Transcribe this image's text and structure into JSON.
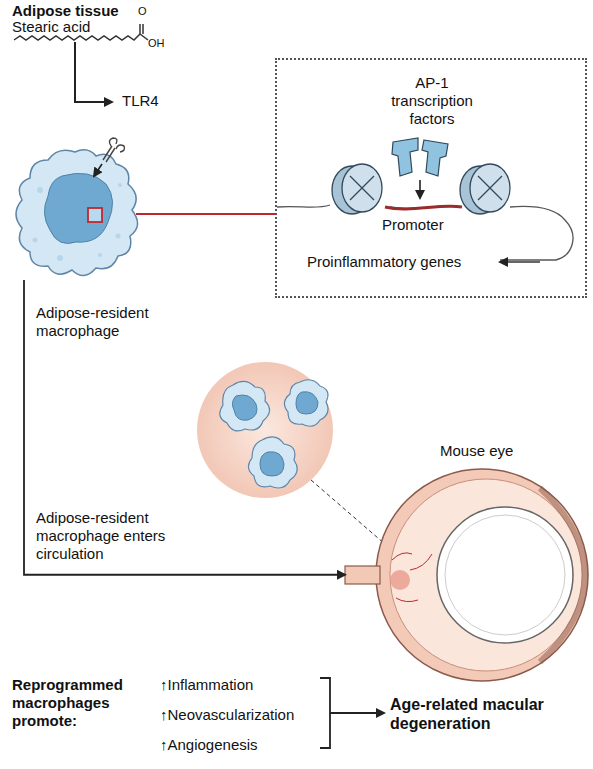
{
  "diagram": {
    "title": "Adipose tissue",
    "nodes": [
      {
        "text": [
          "Adipose-resident macrophage"
        ]
      },
      {
        "text": [
          "AP-1 transcription factors",
          "Promoter",
          "Proinflammatory genes"
        ]
      },
      {
        "text": [
          "Mouse eye"
        ]
      }
    ],
    "edges": [
      {
        "from": 0,
        "to": 1,
        "arrow": "none"
      },
      {
        "from": 0,
        "to": 2,
        "arrow": "to",
        "label": "Adipose-resident macrophage enters circulation"
      }
    ],
    "labels": [
      "Stearic acid",
      "O",
      "OH",
      "TLR4",
      "Reprogrammed macrophages promote:",
      "↑Inflammation",
      "↑Neovascularization",
      "↑Angiogenesis",
      "Age-related macular degeneration"
    ]
  }
}
